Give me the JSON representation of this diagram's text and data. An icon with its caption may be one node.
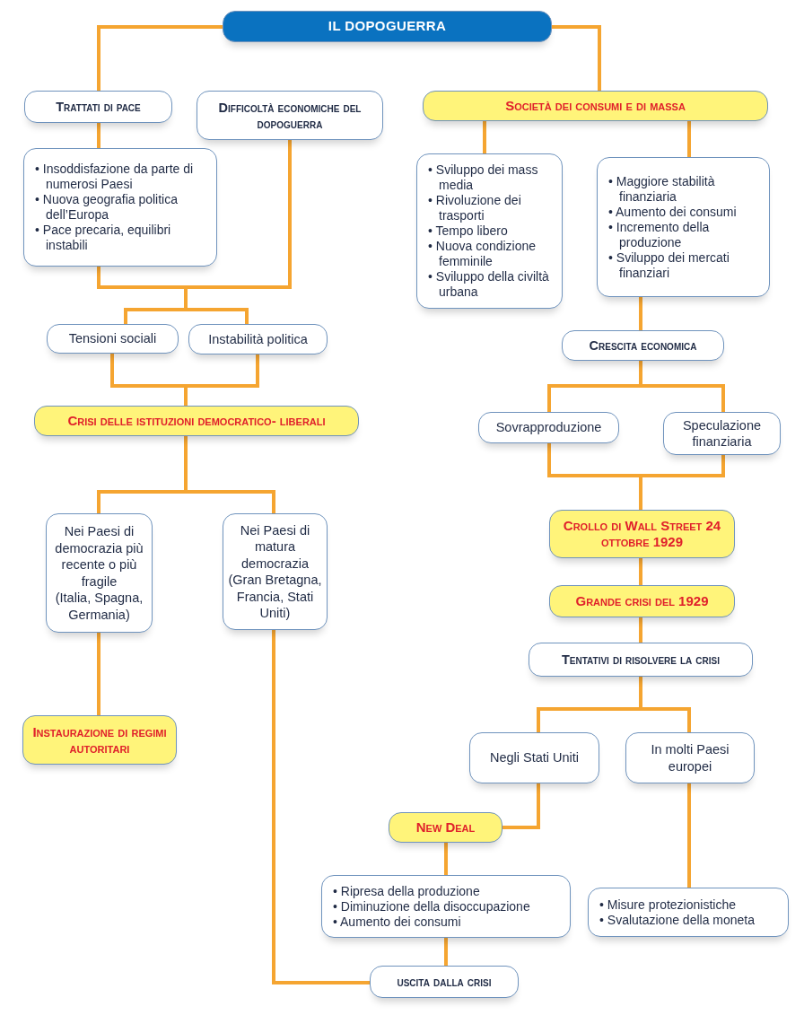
{
  "diagram": {
    "nodes": [
      {
        "text": [
          "IL DOPOGUERRA"
        ]
      },
      {
        "text": [
          "Trattati di pace"
        ]
      },
      {
        "text": [
          "Difficoltà economiche del dopoguerra"
        ]
      },
      {
        "text": [
          "Società dei consumi e di massa"
        ]
      },
      {
        "text": [
          "• Insoddisfazione da parte di numerosi Paesi",
          "• Nuova geografia politica dell’Europa",
          "• Pace precaria, equilibri instabili"
        ]
      },
      {
        "text": [
          "• Sviluppo dei mass media",
          "• Rivoluzione dei trasporti",
          "• Tempo libero",
          "• Nuova condizione femminile",
          "• Sviluppo della civiltà urbana"
        ]
      },
      {
        "text": [
          "• Maggiore stabilità finanziaria",
          "• Aumento dei consumi",
          "• Incremento della produzione",
          "• Sviluppo dei mercati finanziari"
        ]
      },
      {
        "text": [
          "Tensioni sociali"
        ]
      },
      {
        "text": [
          "Instabilità politica"
        ]
      },
      {
        "text": [
          "Crescita economica"
        ]
      },
      {
        "text": [
          "Crisi delle istituzioni democratico- liberali"
        ]
      },
      {
        "text": [
          "Sovrapproduzione"
        ]
      },
      {
        "text": [
          "Speculazione finanziaria"
        ]
      },
      {
        "text": [
          "Nei Paesi di democrazia più recente o più fragile",
          "(Italia, Spagna, Germania)"
        ]
      },
      {
        "text": [
          "Nei Paesi di matura democrazia",
          "(Gran Bretagna, Francia, Stati Uniti)"
        ]
      },
      {
        "text": [
          "Crollo di Wall Street 24 ottobre 1929"
        ]
      },
      {
        "text": [
          "Grande crisi del 1929"
        ]
      },
      {
        "text": [
          "Tentativi di risolvere la crisi"
        ]
      },
      {
        "text": [
          "Instaurazione di regimi autoritari"
        ]
      },
      {
        "text": [
          "Negli Stati Uniti"
        ]
      },
      {
        "text": [
          "In molti Paesi europei"
        ]
      },
      {
        "text": [
          "New Deal"
        ]
      },
      {
        "text": [
          "• Ripresa della produzione",
          "• Diminuzione della disoccupazione",
          "• Aumento dei consumi"
        ]
      },
      {
        "text": [
          "• Misure protezionistiche",
          "• Svalutazione della moneta"
        ]
      },
      {
        "text": [
          "uscita dalla crisi"
        ]
      }
    ],
    "edges": [
      {
        "from": 0,
        "to": 1,
        "arrow": "none"
      },
      {
        "from": 0,
        "to": 3,
        "arrow": "none"
      },
      {
        "from": 1,
        "to": 4,
        "arrow": "none"
      },
      {
        "from": 4,
        "to": 7,
        "arrow": "none"
      },
      {
        "from": 4,
        "to": 8,
        "arrow": "none"
      },
      {
        "from": 2,
        "to": 7,
        "arrow": "none"
      },
      {
        "from": 2,
        "to": 8,
        "arrow": "none"
      },
      {
        "from": 3,
        "to": 5,
        "arrow": "none"
      },
      {
        "from": 3,
        "to": 6,
        "arrow": "none"
      },
      {
        "from": 6,
        "to": 9,
        "arrow": "none"
      },
      {
        "from": 7,
        "to": 10,
        "arrow": "none"
      },
      {
        "from": 8,
        "to": 10,
        "arrow": "none"
      },
      {
        "from": 9,
        "to": 11,
        "arrow": "none"
      },
      {
        "from": 9,
        "to": 12,
        "arrow": "none"
      },
      {
        "from": 10,
        "to": 13,
        "arrow": "none"
      },
      {
        "from": 10,
        "to": 14,
        "arrow": "none"
      },
      {
        "from": 11,
        "to": 15,
        "arrow": "none"
      },
      {
        "from": 12,
        "to": 15,
        "arrow": "none"
      },
      {
        "from": 15,
        "to": 16,
        "arrow": "none"
      },
      {
        "from": 16,
        "to": 17,
        "arrow": "none"
      },
      {
        "from": 17,
        "to": 19,
        "arrow": "none"
      },
      {
        "from": 17,
        "to": 20,
        "arrow": "none"
      },
      {
        "from": 13,
        "to": 18,
        "arrow": "none"
      },
      {
        "from": 19,
        "to": 21,
        "arrow": "none"
      },
      {
        "from": 21,
        "to": 22,
        "arrow": "none"
      },
      {
        "from": 22,
        "to": 24,
        "arrow": "none"
      },
      {
        "from": 14,
        "to": 24,
        "arrow": "none"
      },
      {
        "from": 20,
        "to": 23,
        "arrow": "none"
      }
    ]
  }
}
